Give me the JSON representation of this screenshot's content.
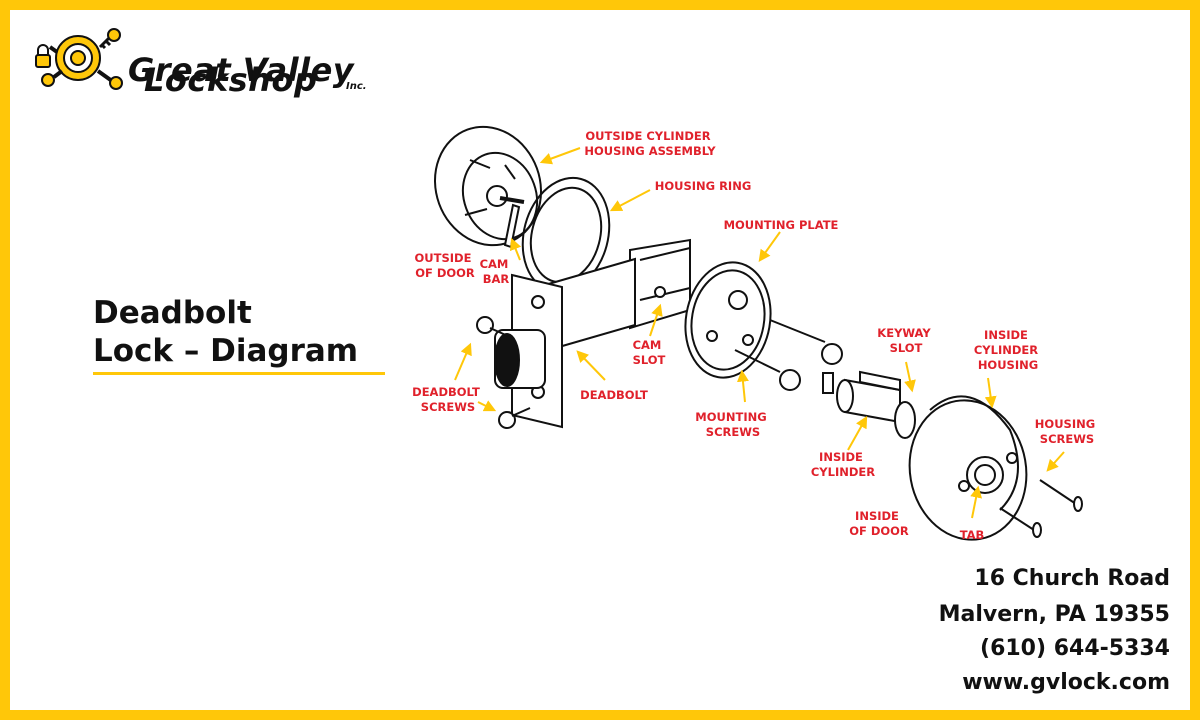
{
  "brand": {
    "name_line1": "Great Valley",
    "name_line2": "Lockshop",
    "suffix": "Inc."
  },
  "title": {
    "line1": "Deadbolt",
    "line2": "Lock – Diagram"
  },
  "labels": {
    "outside_cylinder_housing_assembly": [
      "OUTSIDE CYLINDER",
      "HOUSING ASSEMBLY"
    ],
    "housing_ring": [
      "HOUSING RING"
    ],
    "mounting_plate": [
      "MOUNTING PLATE"
    ],
    "outside_of_door": [
      "OUTSIDE",
      "OF DOOR"
    ],
    "cam_bar": [
      "CAM",
      "BAR"
    ],
    "cam_slot": [
      "CAM",
      "SLOT"
    ],
    "deadbolt": [
      "DEADBOLT"
    ],
    "deadbolt_screws": [
      "DEADBOLT",
      "SCREWS"
    ],
    "mounting_screws": [
      "MOUNTING",
      "SCREWS"
    ],
    "keyway_slot": [
      "KEYWAY",
      "SLOT"
    ],
    "inside_cylinder_housing": [
      "INSIDE",
      "CYLINDER",
      "HOUSING"
    ],
    "inside_cylinder": [
      "INSIDE",
      "CYLINDER"
    ],
    "housing_screws": [
      "HOUSING",
      "SCREWS"
    ],
    "inside_of_door": [
      "INSIDE",
      "OF DOOR"
    ],
    "tab": [
      "TAB"
    ]
  },
  "contact": {
    "street": "16 Church Road",
    "city": "Malvern, PA 19355",
    "phone": "(610) 644-5334",
    "website": "www.gvlock.com"
  },
  "colors": {
    "frame": "#FFC709",
    "label_red": "#E0212B",
    "arrow_yellow": "#FFC709",
    "text": "#111111"
  }
}
